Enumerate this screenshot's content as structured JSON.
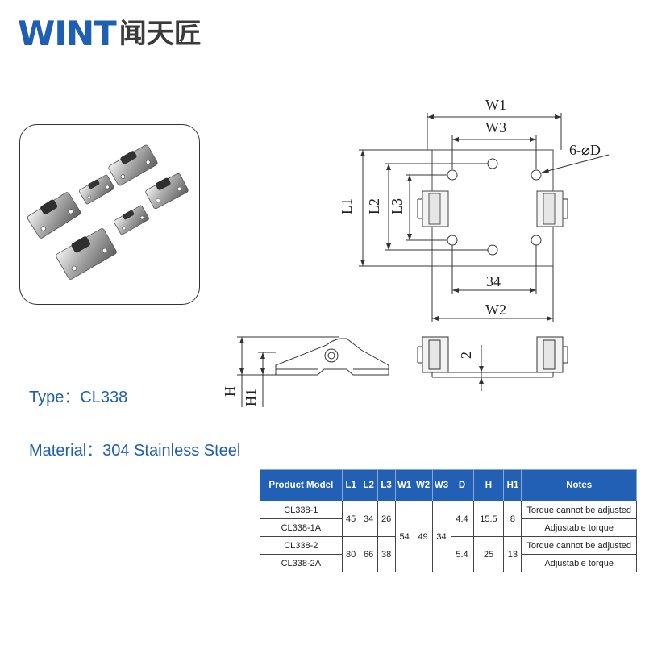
{
  "brand": {
    "latin": "WINT",
    "chinese": "闻天匠",
    "color": "#1f5fb1"
  },
  "photo": {
    "icon": "hinge-product-photo"
  },
  "drawing": {
    "labels": {
      "w1": "W1",
      "w3": "W3",
      "w2": "W2",
      "holes": "6-⌀D",
      "l1": "L1",
      "l2": "L2",
      "l3": "L3",
      "dim_34": "34",
      "dim_2": "2",
      "h": "H",
      "h1": "H1"
    }
  },
  "type_line": "Type：CL338",
  "material_line": "Material：304 Stainless Steel",
  "table": {
    "header_color": "#2160b5",
    "headers": [
      "Product Model",
      "L1",
      "L2",
      "L3",
      "W1",
      "W2",
      "W3",
      "D",
      "H",
      "H1",
      "Notes"
    ],
    "rows": [
      {
        "model": "CL338-1",
        "note": "Torque cannot be adjusted"
      },
      {
        "model": "CL338-1A",
        "note": "Adjustable torque"
      },
      {
        "model": "CL338-2",
        "note": "Torque cannot be adjusted"
      },
      {
        "model": "CL338-2A",
        "note": "Adjustable torque"
      }
    ],
    "group1": {
      "l1": "45",
      "l2": "34",
      "l3": "26",
      "d": "4.4",
      "h": "15.5",
      "h1": "8"
    },
    "group2": {
      "l1": "80",
      "l2": "66",
      "l3": "38",
      "d": "5.4",
      "h": "25",
      "h1": "13"
    },
    "shared": {
      "w1": "54",
      "w2": "49",
      "w3": "34"
    }
  }
}
